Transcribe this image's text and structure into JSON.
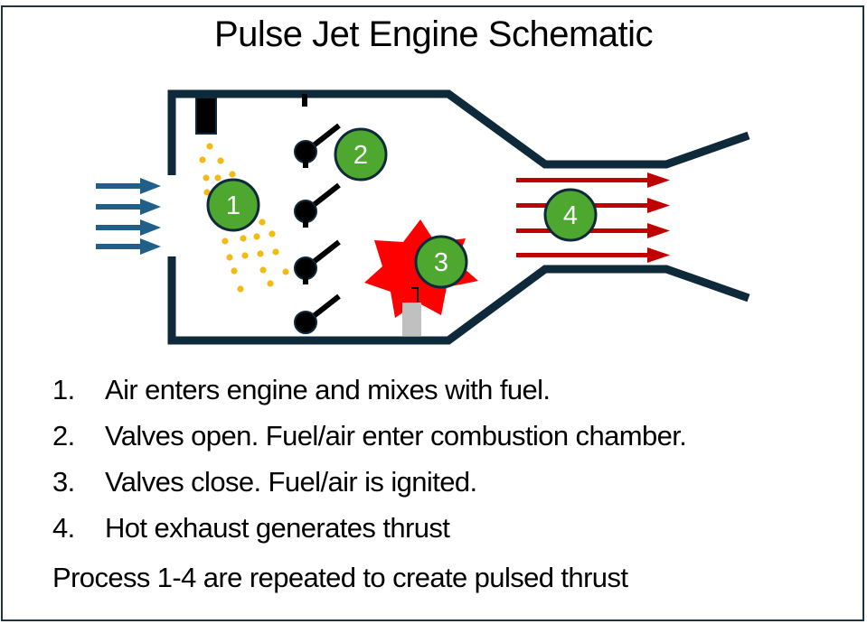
{
  "title": "Pulse Jet Engine Schematic",
  "colors": {
    "engine_wall": "#0e2a3a",
    "intake_arrow": "#1f5f8a",
    "fuel_droplet": "#f2bb14",
    "valve": "#000000",
    "explosion": "#ff0000",
    "exhaust_arrow": "#c00000",
    "badge_fill": "#4ea72e",
    "badge_stroke": "#0e2a3a",
    "spark_plug": "#c0c0c0"
  },
  "diagram": {
    "badges": [
      {
        "label": "1",
        "meaning": "air-fuel-mixing"
      },
      {
        "label": "2",
        "meaning": "valves-open"
      },
      {
        "label": "3",
        "meaning": "ignition"
      },
      {
        "label": "4",
        "meaning": "exhaust-thrust"
      }
    ],
    "components": [
      "intake-air-arrows",
      "fuel-injector",
      "fuel-droplets",
      "reed-valves",
      "combustion-explosion",
      "spark-plug",
      "exhaust-arrows",
      "engine-casing"
    ]
  },
  "steps": [
    {
      "number": "1.",
      "text": "Air enters engine and mixes with fuel."
    },
    {
      "number": "2.",
      "text": "Valves open. Fuel/air enter combustion chamber."
    },
    {
      "number": "3.",
      "text": "Valves close.  Fuel/air is ignited."
    },
    {
      "number": "4.",
      "text": "Hot exhaust generates thrust"
    }
  ],
  "summary": "Process 1-4 are repeated to create pulsed thrust"
}
